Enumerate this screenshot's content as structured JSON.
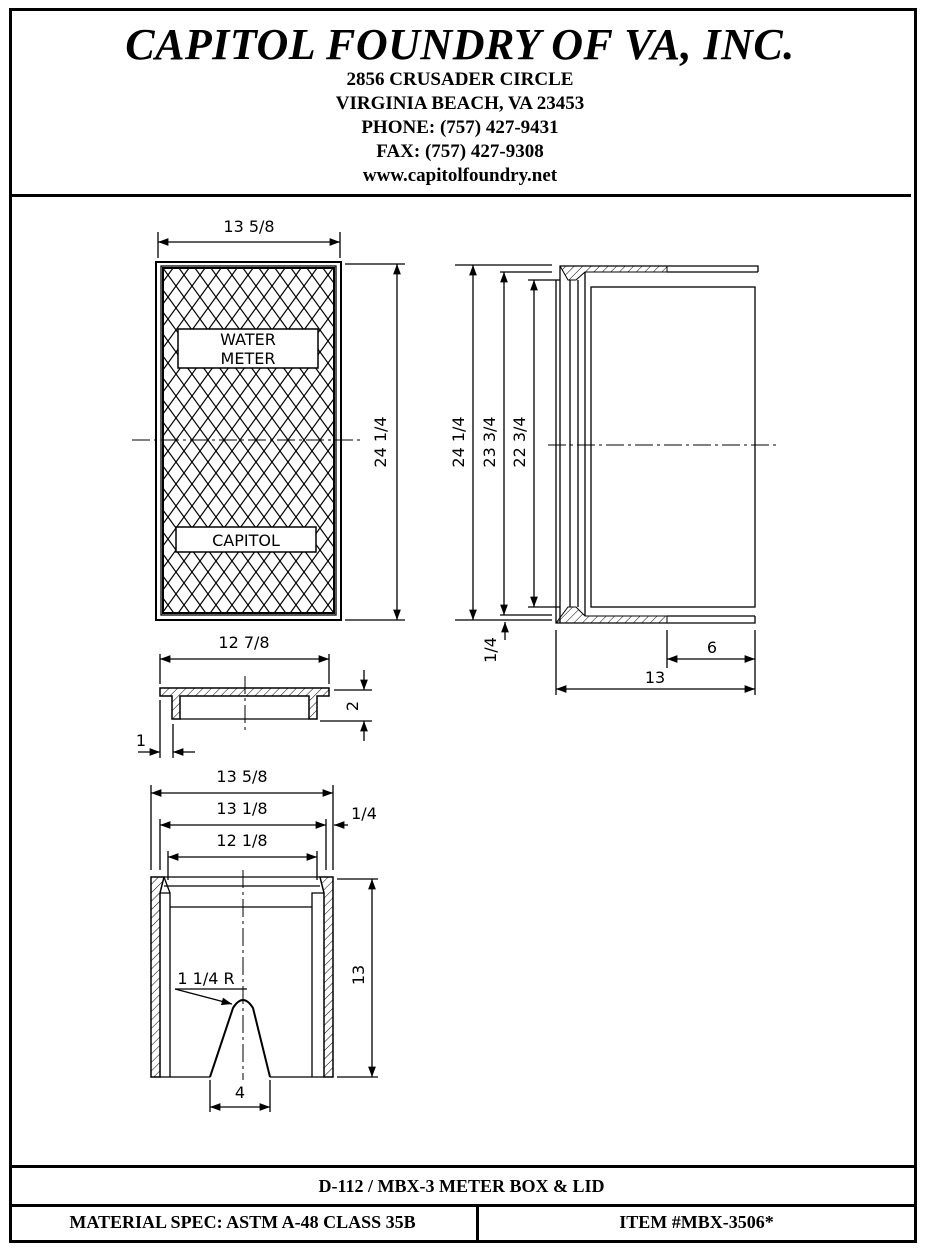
{
  "header": {
    "company": "CAPITOL FOUNDRY OF VA, INC.",
    "address1": "2856 CRUSADER CIRCLE",
    "address2": "VIRGINIA BEACH, VA 23453",
    "phone": "PHONE: (757) 427-9431",
    "fax": "FAX: (757) 427-9308",
    "website": "www.capitolfoundry.net"
  },
  "drawing": {
    "lid_top": {
      "width": "13 5/8",
      "height": "24 1/4",
      "label_top": [
        "WATER",
        "METER"
      ],
      "label_bottom": "CAPITOL"
    },
    "side": {
      "dim_outer": "24 1/4",
      "dim_mid": "23 3/4",
      "dim_inner": "22 3/4",
      "dim_lip": "1/4",
      "dim_partial": "6",
      "dim_depth": "13"
    },
    "lid_section": {
      "width": "12 7/8",
      "height": "2",
      "skirt": "1"
    },
    "box_section": {
      "outer": "13 5/8",
      "mid": "13 1/8",
      "inner": "12 1/8",
      "wall": "1/4",
      "height": "13",
      "radius": "1 1/4 R",
      "opening": "4"
    }
  },
  "footer": {
    "title": "D-112 / MBX-3 METER BOX & LID",
    "material": "MATERIAL SPEC:  ASTM A-48 CLASS 35B",
    "item": "ITEM #MBX-3506*"
  }
}
